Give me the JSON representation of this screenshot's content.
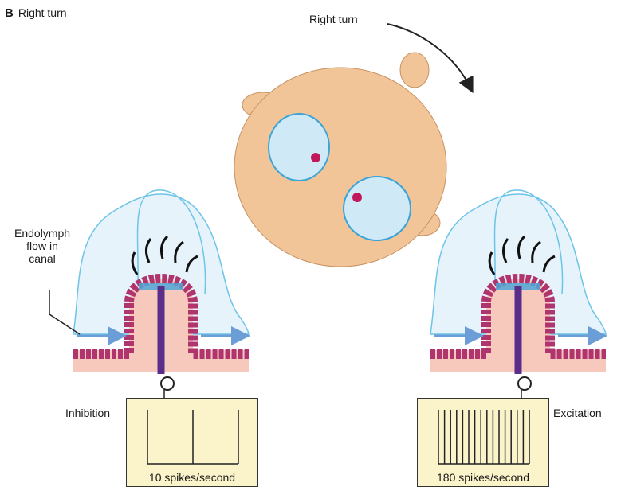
{
  "panel": {
    "letter": "B",
    "title": "Right turn"
  },
  "rotation_label": "Right turn",
  "labels": {
    "endolymph": [
      "Endolymph",
      "flow in",
      "canal"
    ],
    "left_response": "Inhibition",
    "right_response": "Excitation"
  },
  "recordings": {
    "left": {
      "rate_label": "10 spikes/second",
      "spike_count": 3
    },
    "right": {
      "rate_label": "180 spikes/second",
      "spike_count": 16
    }
  },
  "colors": {
    "head": "#f1c597",
    "ear": "#cfe9f7",
    "cupula": "#e6f3fb",
    "cell": "#f3b3d6",
    "base": "#f7c9bd",
    "nerve": "#5a2d8a",
    "arrow": "#6b9ed6",
    "box": "#fbf3c9"
  }
}
